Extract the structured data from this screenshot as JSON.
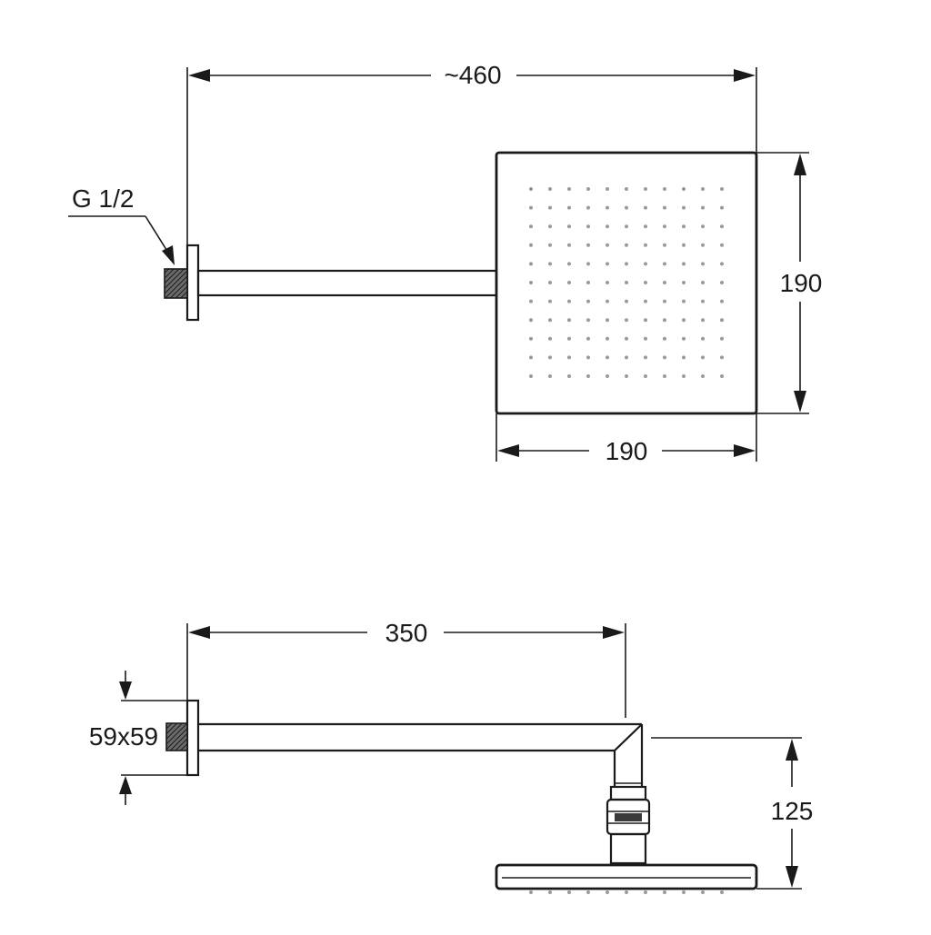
{
  "top_view": {
    "overall_length_label": "~460",
    "head_height_label": "190",
    "head_width_label": "190",
    "thread_label": "G 1/2"
  },
  "side_view": {
    "arm_length_label": "350",
    "flange_size_label": "59x59",
    "drop_height_label": "125"
  },
  "colors": {
    "line": "#1a1a1a",
    "nozzle_dots": "#9a9a9a",
    "background": "#ffffff"
  },
  "nozzle_grid": {
    "rows": 11,
    "cols": 11
  }
}
